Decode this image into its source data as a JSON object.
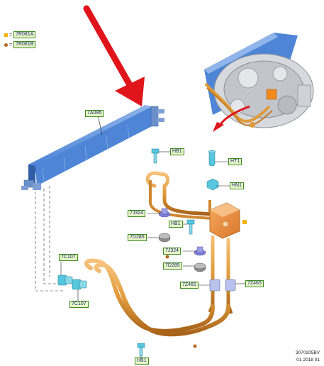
{
  "legend": [
    {
      "marker": "square",
      "color": "#f3b100",
      "symbol": "=",
      "code": "7R081A"
    },
    {
      "marker": "circle",
      "color": "#b2651d",
      "symbol": "=",
      "code": "7R081B"
    }
  ],
  "labels": {
    "cooler": "7A095",
    "bolt_top": "HB1",
    "bolt_mid": "HB1",
    "bolt_bottom": "HB1",
    "hose_upper": "HT1",
    "nut_upper": "HN1",
    "grommet_a_upper": "7J324",
    "grommet_b_upper": "7D285",
    "grommet_a_lower": "7J324",
    "grommet_b_lower": "7D285",
    "clip_upper": "7C107",
    "clip_lower": "7C107",
    "clamp_left": "7Z465",
    "clamp_right": "7Z465"
  },
  "footer": {
    "code": "3070205BV",
    "date": "01-2018 01"
  },
  "colors": {
    "cooler": "#4e85d6",
    "tube": "#e09a3a",
    "arrow": "#e0141b",
    "fastener": "#57c7e0",
    "callout_fill": "#e8f7c8",
    "callout_border": "#3d8a1e",
    "callout_text": "#1a2a6c"
  }
}
